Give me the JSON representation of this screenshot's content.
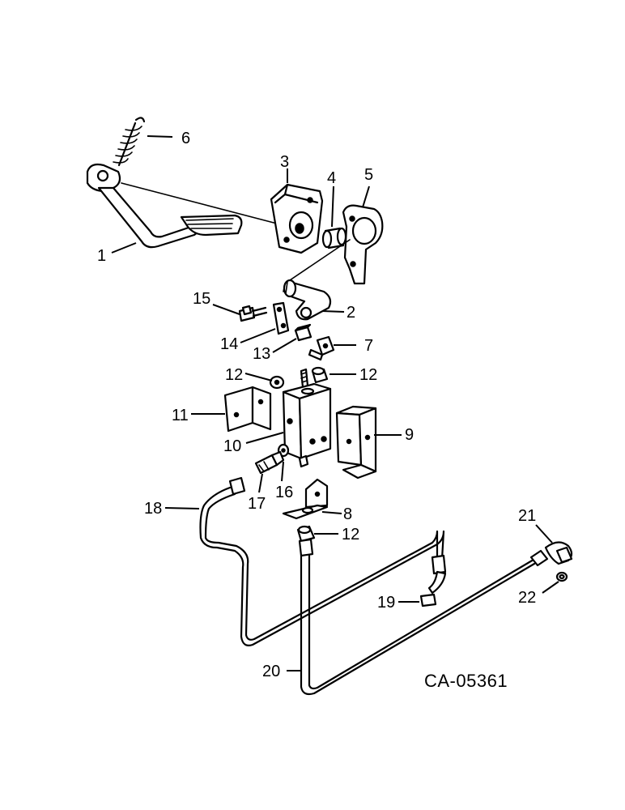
{
  "callouts": [
    "1",
    "2",
    "3",
    "4",
    "5",
    "6",
    "7",
    "8",
    "9",
    "10",
    "11",
    "12",
    "12",
    "12",
    "13",
    "14",
    "15",
    "16",
    "17",
    "18",
    "19",
    "20",
    "21",
    "22"
  ],
  "drawing_code": "CA-05361"
}
